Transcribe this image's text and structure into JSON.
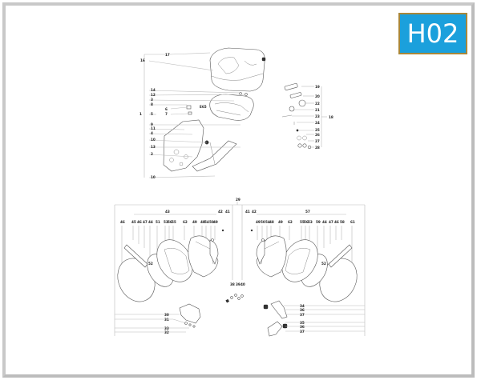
{
  "badge": {
    "code": "H02",
    "bg_color": "#1ba0dc",
    "border_color": "#a8873a"
  },
  "diagram": {
    "top_assembly": {
      "left_callouts": [
        "17",
        "16",
        "14",
        "12",
        "3",
        "8",
        "6",
        "7",
        "1",
        "5",
        "9",
        "11",
        "4",
        "10",
        "13",
        "2",
        "10"
      ],
      "inline_label": "E65",
      "right_callouts": [
        "19",
        "20",
        "22",
        "21",
        "23",
        "24",
        "25",
        "26",
        "27",
        "28"
      ],
      "right_group_label": "18"
    },
    "bottom_assembly": {
      "top_label": "29",
      "left_group_label": "43",
      "right_group_label": "57",
      "left_row": [
        "46",
        "45",
        "46",
        "47",
        "44",
        "51",
        "53",
        "56",
        "55",
        "62",
        "49",
        "48",
        "54",
        "50",
        "49"
      ],
      "left_extra": [
        "42",
        "41"
      ],
      "right_extra": [
        "41",
        "42"
      ],
      "right_row": [
        "49",
        "50",
        "54",
        "48",
        "49",
        "62",
        "55",
        "56",
        "53",
        "59",
        "44",
        "47",
        "46",
        "58",
        "61"
      ],
      "center_labels": [
        "38",
        "39",
        "40"
      ],
      "left_inner": [
        "52"
      ],
      "right_inner": [
        "52"
      ],
      "bottom_left_callouts": [
        "30",
        "31",
        "33",
        "32"
      ],
      "bottom_right_callouts": [
        "34",
        "36",
        "37",
        "35",
        "36",
        "37"
      ]
    }
  }
}
